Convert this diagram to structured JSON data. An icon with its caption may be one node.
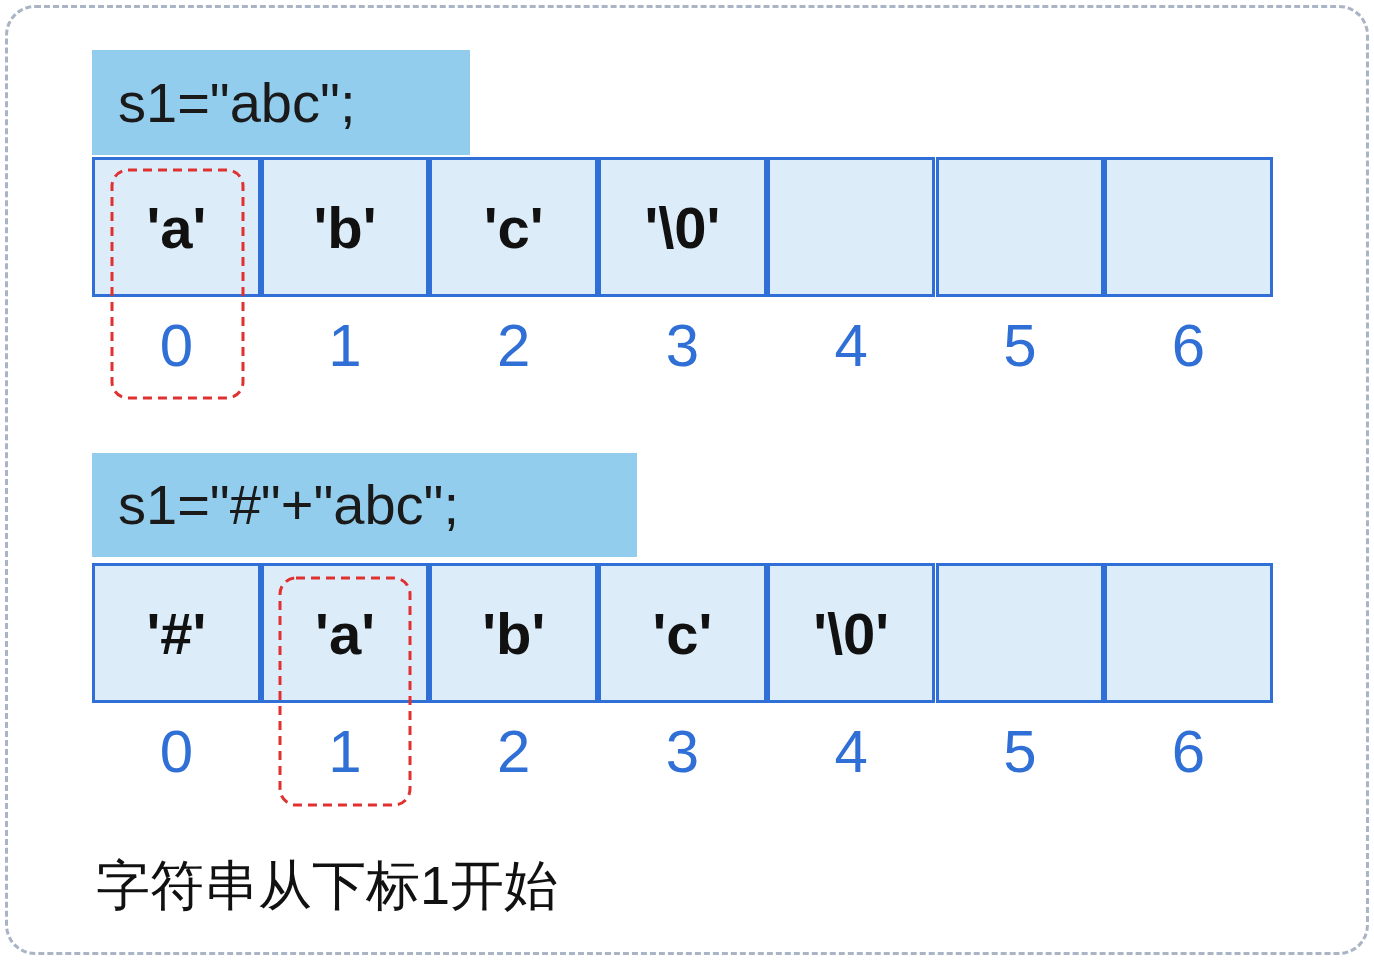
{
  "diagram": {
    "nodes": [
      {
        "text": [
          "s1=\"abc\";"
        ]
      },
      {
        "text": [
          "'a'"
        ]
      },
      {
        "text": [
          "'b'"
        ]
      },
      {
        "text": [
          "'c'"
        ]
      },
      {
        "text": [
          "'\\0'"
        ]
      },
      {
        "text": [],
        "shape": "box"
      },
      {
        "text": [],
        "shape": "box"
      },
      {
        "text": [],
        "shape": "box"
      },
      {
        "text": [
          "s1=\"#\"+\"abc\";"
        ]
      },
      {
        "text": [
          "'#'"
        ]
      },
      {
        "text": [
          "'a'"
        ]
      },
      {
        "text": [
          "'b'"
        ]
      },
      {
        "text": [
          "'c'"
        ]
      },
      {
        "text": [
          "'\\0'"
        ]
      },
      {
        "text": [],
        "shape": "box"
      },
      {
        "text": [],
        "shape": "box"
      }
    ],
    "edges": [],
    "labels": [
      "0",
      "1",
      "2",
      "3",
      "4",
      "5",
      "6",
      "0",
      "1",
      "2",
      "3",
      "4",
      "5",
      "6",
      "字符串从下标1开始"
    ]
  }
}
